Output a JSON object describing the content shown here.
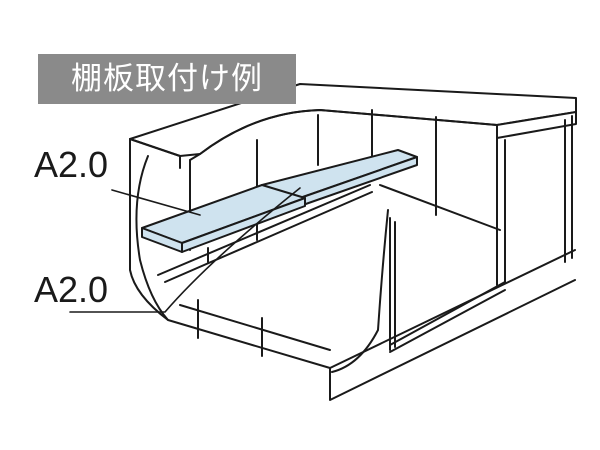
{
  "title": "棚板取付け例",
  "labels": {
    "shelf_upper": "A2.0",
    "shelf_lower": "A2.0"
  },
  "colors": {
    "badge": "#8a8a8a",
    "shelf": "#cfe3ef",
    "line": "#1a1a1a"
  }
}
